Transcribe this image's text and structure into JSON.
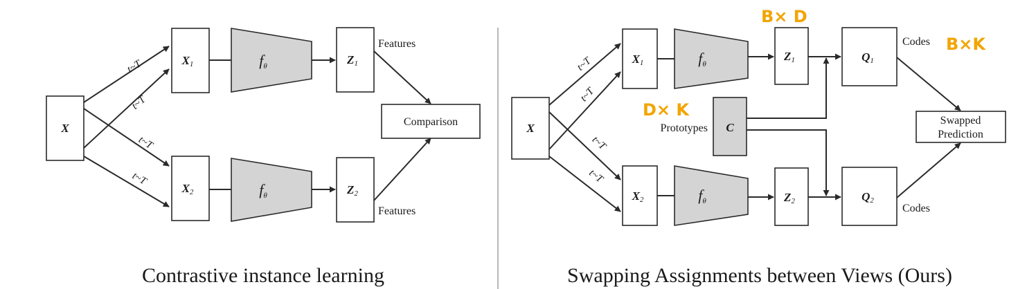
{
  "captions": {
    "left": "Contrastive instance learning",
    "right": "Swapping Assignments between Views (Ours)"
  },
  "left_diagram": {
    "input": {
      "name": "X"
    },
    "views": [
      {
        "name": "X",
        "sub": "1"
      },
      {
        "name": "X",
        "sub": "2"
      }
    ],
    "encoder": {
      "name": "f",
      "sub": "θ"
    },
    "features": [
      {
        "name": "Z",
        "sub": "1"
      },
      {
        "name": "Z",
        "sub": "2"
      }
    ],
    "features_label_top": "Features",
    "features_label_bottom": "Features",
    "comparison": "Comparison",
    "augment_label": "t~T"
  },
  "right_diagram": {
    "input": {
      "name": "X"
    },
    "views": [
      {
        "name": "X",
        "sub": "1"
      },
      {
        "name": "X",
        "sub": "2"
      }
    ],
    "encoder": {
      "name": "f",
      "sub": "θ"
    },
    "features": [
      {
        "name": "Z",
        "sub": "1"
      },
      {
        "name": "Z",
        "sub": "2"
      }
    ],
    "prototypes_label": "Prototypes",
    "prototypes": {
      "name": "C"
    },
    "codes": [
      {
        "name": "Q",
        "sub": "1"
      },
      {
        "name": "Q",
        "sub": "2"
      }
    ],
    "codes_label_top": "Codes",
    "codes_label_bottom": "Codes",
    "swapped_prediction": [
      "Swapped",
      "Prediction"
    ],
    "augment_label": "t~T"
  },
  "annotations": {
    "bd": "B× D",
    "bk": "B×K",
    "dk": "D× K"
  },
  "colors": {
    "ink": "#2a2a2a",
    "encoder_fill": "#d4d4d4",
    "annotation": "#f2a500"
  }
}
